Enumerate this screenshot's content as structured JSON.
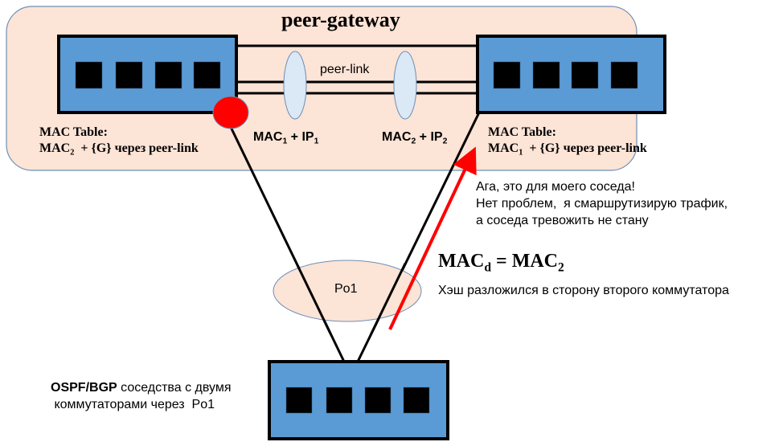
{
  "title": "peer-gateway",
  "peer_link_label": "peer-link",
  "portchannel_label": "Po1",
  "colors": {
    "domain_fill": "#fce4d6",
    "domain_border": "#6d8fb7",
    "switch_fill": "#5b9bd5",
    "port_fill": "#000000",
    "lag_ellipse_fill": "#dbe8f5",
    "po_ellipse_fill": "#fce4d6",
    "marker_red": "#ff0000",
    "arrow_red": "#ff0000"
  },
  "switches": [
    {
      "id": "switch-1",
      "ports": 4
    },
    {
      "id": "switch-2",
      "ports": 4
    },
    {
      "id": "downstream-switch",
      "ports": 4
    }
  ],
  "left_mac_table": {
    "title": "MAC Table:",
    "entry_prefix": "MAC",
    "entry_sub": "2",
    "entry_rest": "  + {G} через peer-link"
  },
  "right_mac_table": {
    "title": "MAC Table:",
    "entry_prefix": "MAC",
    "entry_sub": "1",
    "entry_rest": "  + {G} через peer-link"
  },
  "mac_ip_1": {
    "mac": "MAC",
    "mac_sub": "1",
    "plus": " + IP",
    "ip_sub": "1"
  },
  "mac_ip_2": {
    "mac": "MAC",
    "mac_sub": "2",
    "plus": " + IP",
    "ip_sub": "2"
  },
  "neighbor_note": {
    "line1": "Ага, это для моего соседа!",
    "line2": "Нет проблем,  я смаршрутизирую трафик,",
    "line3": "а соседа тревожить не стану"
  },
  "mac_dest": {
    "lhs": "MAC",
    "lhs_sub": "d",
    "eq": " = MAC",
    "rhs_sub": "2"
  },
  "hash_note": "Хэш разложился в сторону второго коммутатора",
  "routing_note": {
    "bold": "OSPF/BGP",
    "line1_rest": " соседства с двумя",
    "line2": " коммутаторами через  Po1"
  }
}
